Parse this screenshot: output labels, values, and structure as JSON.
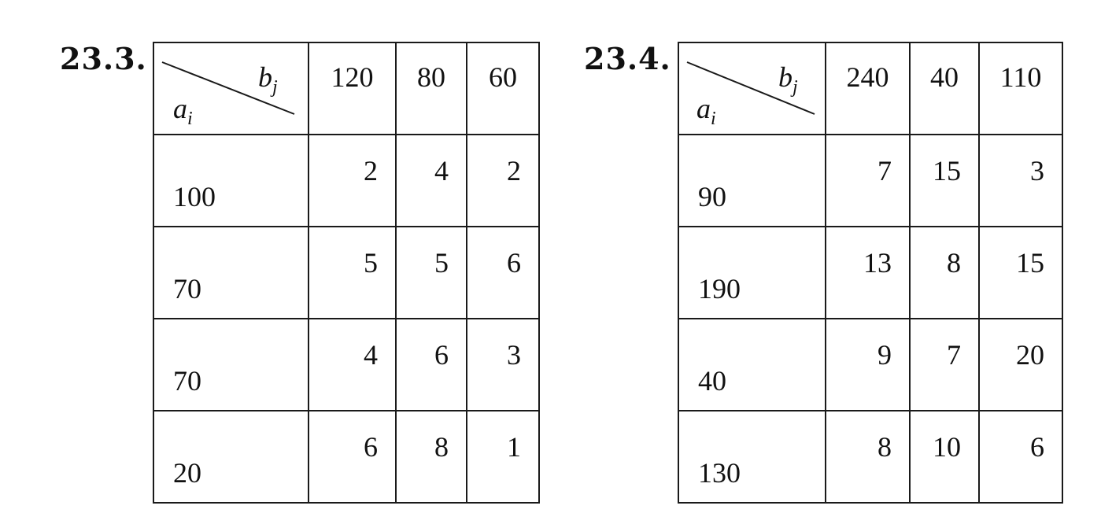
{
  "problems": [
    {
      "number": "23.3.",
      "b_label": "b",
      "b_sub": "j",
      "a_label": "a",
      "a_sub": "i",
      "demand": [
        "120",
        "80",
        "60"
      ],
      "rows": [
        {
          "supply": "100",
          "costs": [
            "2",
            "4",
            "2"
          ]
        },
        {
          "supply": "70",
          "costs": [
            "5",
            "5",
            "6"
          ]
        },
        {
          "supply": "70",
          "costs": [
            "4",
            "6",
            "3"
          ]
        },
        {
          "supply": "20",
          "costs": [
            "6",
            "8",
            "1"
          ]
        }
      ]
    },
    {
      "number": "23.4.",
      "b_label": "b",
      "b_sub": "j",
      "a_label": "a",
      "a_sub": "i",
      "demand": [
        "240",
        "40",
        "110"
      ],
      "rows": [
        {
          "supply": "90",
          "costs": [
            "7",
            "15",
            "3"
          ]
        },
        {
          "supply": "190",
          "costs": [
            "13",
            "8",
            "15"
          ]
        },
        {
          "supply": "40",
          "costs": [
            "9",
            "7",
            "20"
          ]
        },
        {
          "supply": "130",
          "costs": [
            "8",
            "10",
            "6"
          ]
        }
      ]
    }
  ]
}
